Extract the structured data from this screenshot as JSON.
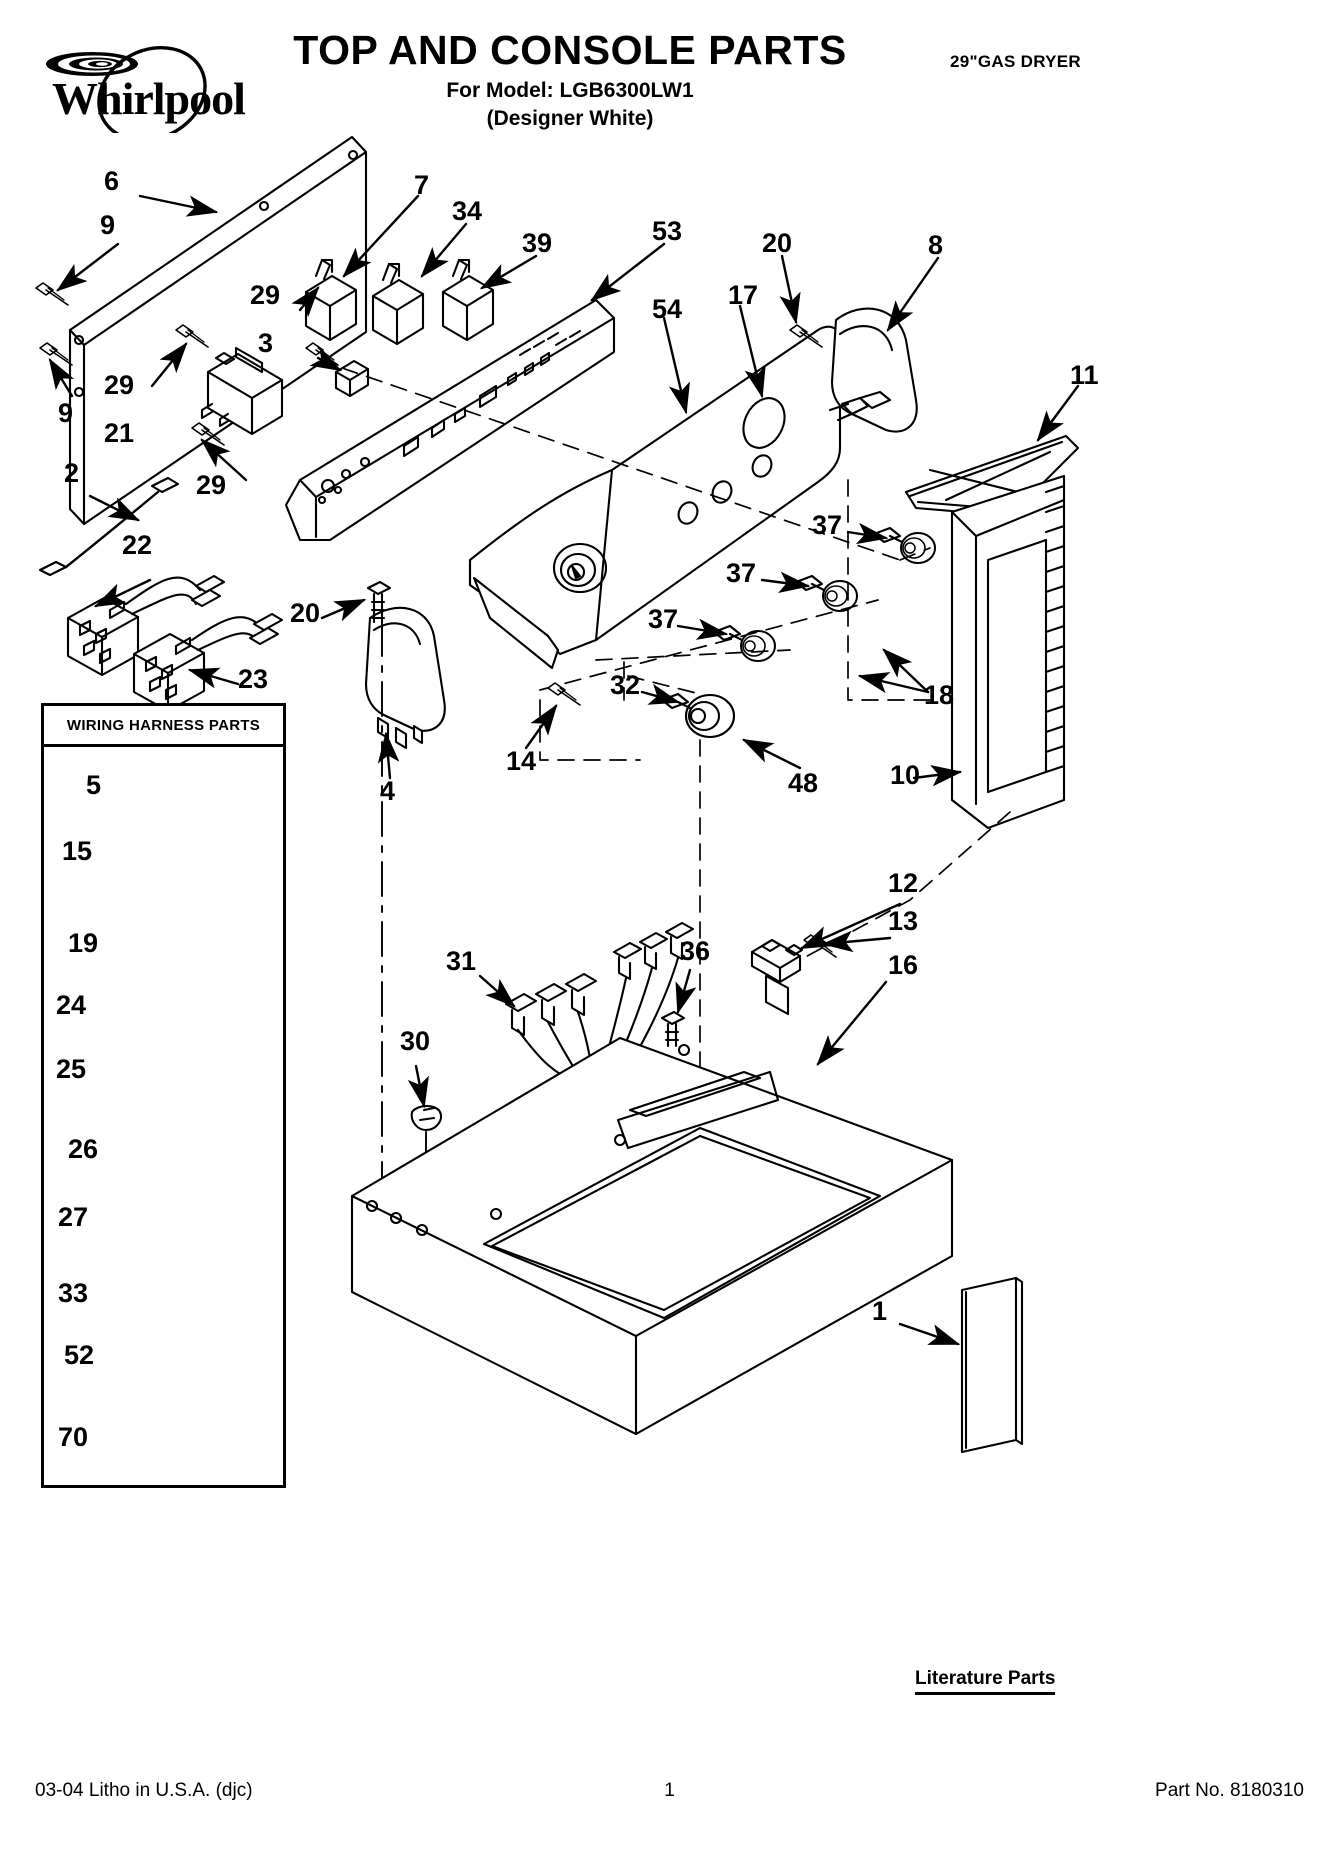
{
  "header": {
    "brand": "Whirlpool",
    "title": "TOP AND CONSOLE PARTS",
    "model_line": "For Model: LGB6300LW1",
    "color_line": "(Designer White)",
    "appliance_type": "29\"GAS DRYER"
  },
  "footer": {
    "left": "03-04 Litho in U.S.A. (djc)",
    "page": "1",
    "right": "Part No. 8180310"
  },
  "wiring_box": {
    "title": "WIRING HARNESS PARTS",
    "items": [
      {
        "num": "5"
      },
      {
        "num": "15"
      },
      {
        "num": "19"
      },
      {
        "num": "24"
      },
      {
        "num": "25"
      },
      {
        "num": "26"
      },
      {
        "num": "27"
      },
      {
        "num": "33"
      },
      {
        "num": "52"
      },
      {
        "num": "70"
      }
    ]
  },
  "literature": {
    "caption": "Literature Parts",
    "item_num": "1"
  },
  "callouts": [
    {
      "num": "6"
    },
    {
      "num": "9"
    },
    {
      "num": "9"
    },
    {
      "num": "29"
    },
    {
      "num": "29"
    },
    {
      "num": "29"
    },
    {
      "num": "21"
    },
    {
      "num": "3"
    },
    {
      "num": "2"
    },
    {
      "num": "22"
    },
    {
      "num": "23"
    },
    {
      "num": "7"
    },
    {
      "num": "34"
    },
    {
      "num": "39"
    },
    {
      "num": "53"
    },
    {
      "num": "54"
    },
    {
      "num": "17"
    },
    {
      "num": "20"
    },
    {
      "num": "8"
    },
    {
      "num": "11"
    },
    {
      "num": "37"
    },
    {
      "num": "37"
    },
    {
      "num": "37"
    },
    {
      "num": "32"
    },
    {
      "num": "18"
    },
    {
      "num": "10"
    },
    {
      "num": "48"
    },
    {
      "num": "14"
    },
    {
      "num": "20"
    },
    {
      "num": "4"
    },
    {
      "num": "30"
    },
    {
      "num": "31"
    },
    {
      "num": "36"
    },
    {
      "num": "12"
    },
    {
      "num": "13"
    },
    {
      "num": "16"
    }
  ]
}
